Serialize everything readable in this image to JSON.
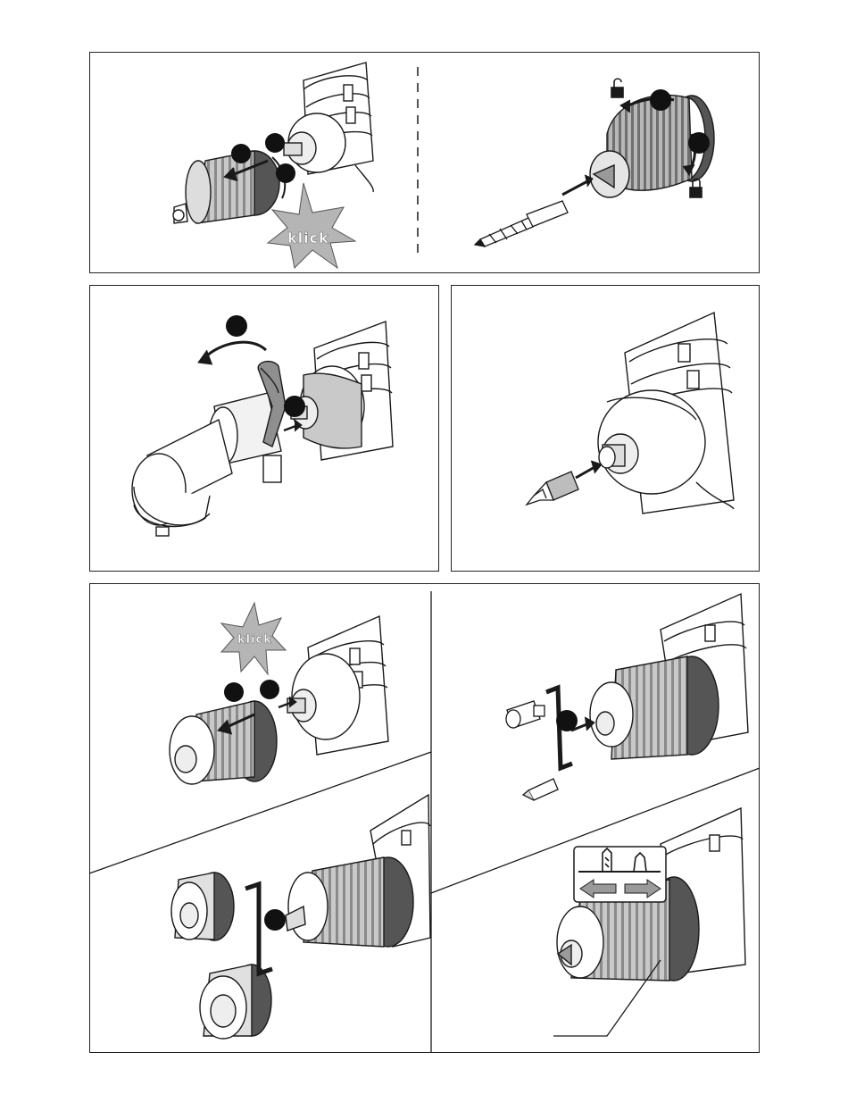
{
  "figures": {
    "fig1": {
      "callouts": [
        "",
        "",
        ""
      ],
      "star_text": "klick",
      "lock_icons": [
        "unlocked-padlock",
        "locked-padlock"
      ]
    },
    "fig2": {
      "callouts": [
        "",
        ""
      ]
    },
    "fig3": {},
    "fig4": {
      "callouts": [
        "",
        "",
        "",
        ""
      ],
      "star_text": "klick",
      "selector_icons": [
        "drill-bit-symbol",
        "screw-symbol",
        "arrow-left",
        "arrow-right"
      ]
    }
  },
  "colors": {
    "line": "#1a1a1a",
    "mid_gray": "#9a9a9a",
    "light_gray": "#d2d2d2",
    "callout_fill": "#111111",
    "star_fill": "#b5b5b5"
  }
}
